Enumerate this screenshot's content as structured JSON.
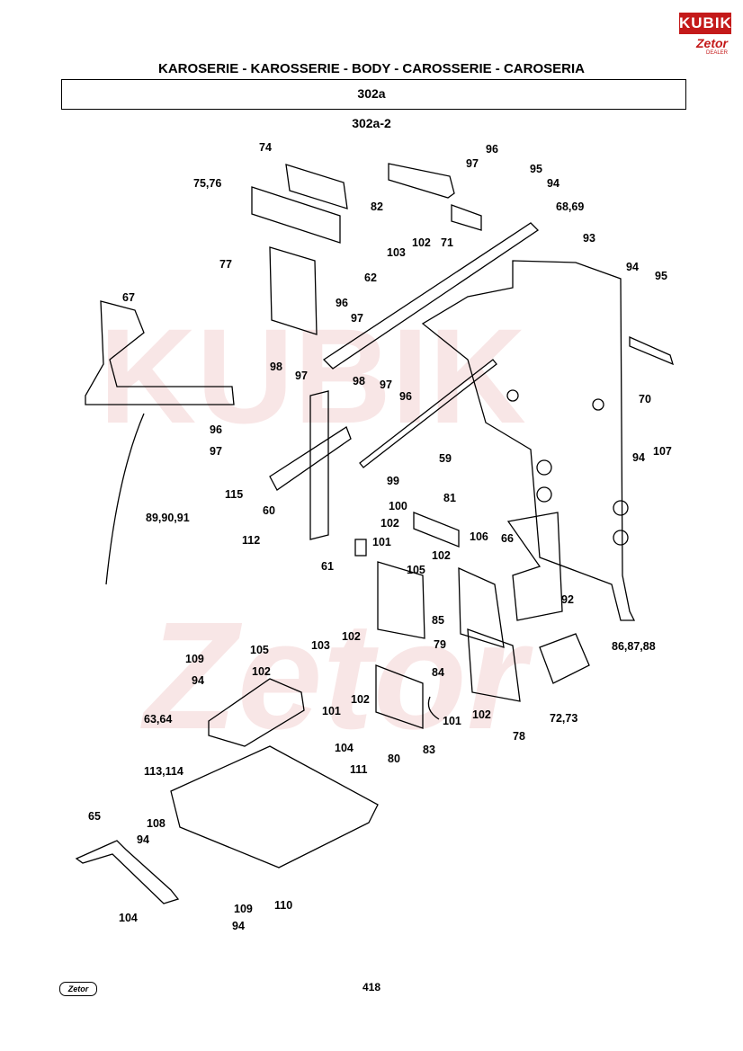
{
  "logo": {
    "brand": "KUBIK",
    "partner": "Zetor",
    "tagline": "DEALER"
  },
  "header": {
    "title": "KAROSERIE - KAROSSERIE - BODY - CAROSSERIE - CAROSERIA",
    "section": "302a",
    "subsection": "302a-2"
  },
  "callouts": [
    "74",
    "75,76",
    "82",
    "96",
    "97",
    "95",
    "94",
    "68,69",
    "103",
    "102",
    "71",
    "93",
    "94",
    "95",
    "77",
    "62",
    "67",
    "96",
    "97",
    "98",
    "97",
    "98",
    "97",
    "96",
    "70",
    "96",
    "97",
    "107",
    "94",
    "59",
    "115",
    "99",
    "60",
    "100",
    "81",
    "89,90,91",
    "102",
    "112",
    "101",
    "106",
    "66",
    "61",
    "105",
    "102",
    "92",
    "85",
    "79",
    "86,87,88",
    "103",
    "102",
    "84",
    "109",
    "105",
    "94",
    "102",
    "63,64",
    "101",
    "102",
    "101",
    "102",
    "78",
    "83",
    "72,73",
    "104",
    "80",
    "113,114",
    "111",
    "65",
    "108",
    "94",
    "109",
    "110",
    "104",
    "94"
  ],
  "footer": {
    "logo_text": "Zetor",
    "page_number": "418"
  }
}
